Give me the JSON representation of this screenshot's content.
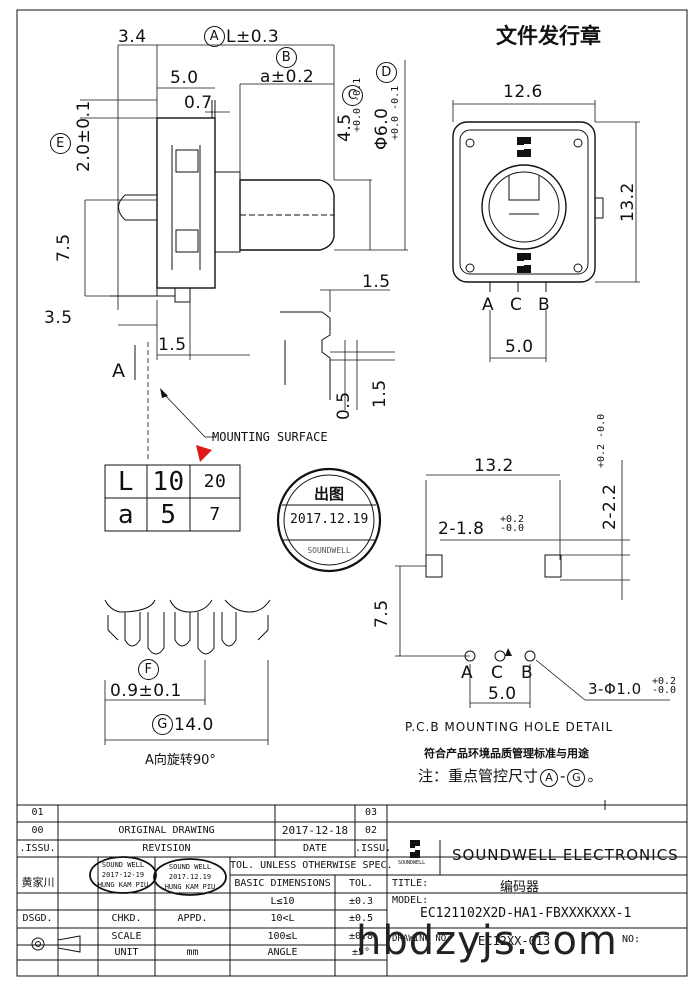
{
  "header": {
    "stamp_text": "文件发行章"
  },
  "top_dims": {
    "d_3_4": "3.4",
    "A_label": "A",
    "A_value": "L±0.3",
    "B_label": "B",
    "B_value": "a±0.2",
    "C_label": "C",
    "C_value": "4.5",
    "C_tol": "+0.0 -0.1",
    "D_label": "D",
    "D_value": "Φ6.0",
    "D_tol": "+0.0 -0.1",
    "d_5_0": "5.0",
    "d_0_7": "0.7",
    "E_label": "E",
    "E_value": "2.0±0.1",
    "d_7_5_side": "7.5",
    "d_3_5": "3.5",
    "d_1_5_side": "1.5",
    "d_1_5_detail": "1.5",
    "d_0_5": "0.5",
    "d_1_5_v": "1.5",
    "arrow_A": "A"
  },
  "front_view": {
    "d_12_6": "12.6",
    "d_13_2": "13.2",
    "pins": [
      "A",
      "C",
      "B"
    ],
    "d_5_0": "5.0"
  },
  "mounting": {
    "label": "MOUNTING SURFACE"
  },
  "la_table": {
    "rows": [
      [
        "L",
        "10",
        "20"
      ],
      [
        "a",
        "5",
        "7"
      ]
    ]
  },
  "round_stamp": {
    "title": "出图",
    "date": "2017.12.19",
    "bottom": "SOUNDWELL"
  },
  "pcb": {
    "d_13_2": "13.2",
    "slot": "2-1.8",
    "slot_tol": "+0.2 -0.0",
    "slot_v": "2-2.2",
    "slot_v_tol": "+0.2 -0.0",
    "d_7_5": "7.5",
    "pins": [
      "A",
      "C",
      "B"
    ],
    "d_5_0": "5.0",
    "holes": "3-Φ1.0",
    "holes_tol": "+0.2 -0.0",
    "title": "P.C.B MOUNTING HOLE DETAIL"
  },
  "bottom_view": {
    "F_label": "F",
    "F_value": "0.9±0.1",
    "G_label": "G",
    "G_value": "14.0",
    "rotate_note": "A向旋转90°"
  },
  "notes": {
    "line1": "符合产品环境品质管理标准与用途",
    "line2_prefix": "注：重点管控尺寸",
    "line2_a": "A",
    "line2_dash": "-",
    "line2_g": "G",
    "line2_end": "。"
  },
  "title_block": {
    "revs": [
      "01",
      "00",
      ".ISSU."
    ],
    "rev_right": [
      "03",
      "02",
      ".ISSU."
    ],
    "original_drawing": "ORIGINAL DRAWING",
    "revision": "REVISION",
    "rev_date": "2017-12-18",
    "date_label": "DATE",
    "signer": "黄家川",
    "stamp1": [
      "SOUND WELL",
      "2017-12-19",
      "HUNG KAM PIU"
    ],
    "stamp2": [
      "SOUND WELL",
      "2017.12.19",
      "HUNG KAM PIU"
    ],
    "dsgd": "DSGD.",
    "chkd": "CHKD.",
    "appd": "APPD.",
    "scale": "SCALE",
    "unit": "UNIT",
    "mm": "mm",
    "tol_header": "TOL. UNLESS OTHERWISE SPEC.",
    "basic_dim": "BASIC DIMENSIONS",
    "tol": "TOL.",
    "rows": [
      [
        "L≤10",
        "±0.3"
      ],
      [
        "10<L",
        "±0.5"
      ],
      [
        "100≤L",
        "±0.8"
      ],
      [
        "ANGLE",
        "±5°"
      ]
    ],
    "company": "SOUNDWELL ELECTRONICS",
    "logo_text": "SOUNDWELL",
    "title_label": "TITLE:",
    "title_value": "编码器",
    "model_label": "MODEL:",
    "model_value": "EC121102X2D-HA1-FBXXXKXXX-1",
    "drawing_label": "DRAWING NO:",
    "drawing_value": "EC12XX-013",
    "no_label": "NO:"
  },
  "watermark": "hbdzyjs.com"
}
